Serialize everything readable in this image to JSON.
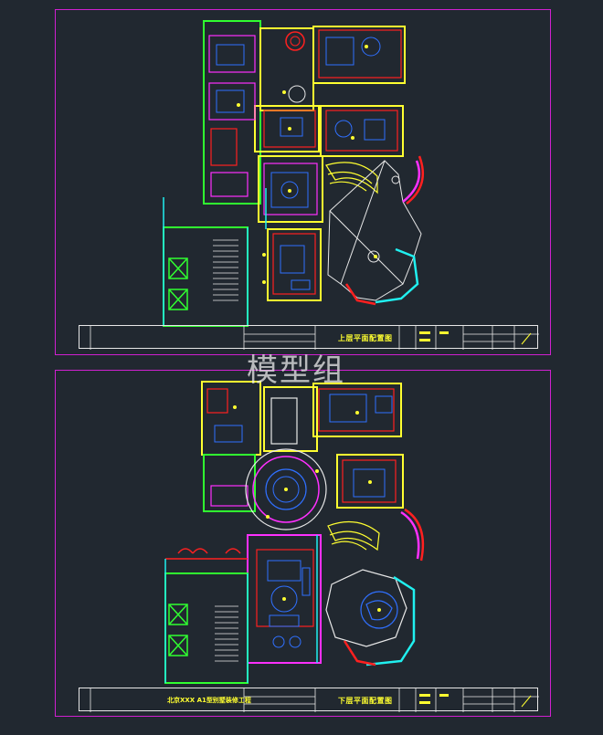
{
  "colors": {
    "background": "#212830",
    "sheet_border": "#d020d0",
    "wall_yellow": "#ffff30",
    "wall_green": "#30ff30",
    "wall_cyan": "#20f0f0",
    "wall_red": "#ff2020",
    "wall_magenta": "#ff30ff",
    "furniture_blue": "#3070ff",
    "title_text": "#ffff30"
  },
  "watermark": "模型组",
  "sheets": [
    {
      "title": "上层平面配置图",
      "project": ""
    },
    {
      "title": "下层平面配置图",
      "project": "北京XXX A1型别墅装修工程"
    }
  ]
}
